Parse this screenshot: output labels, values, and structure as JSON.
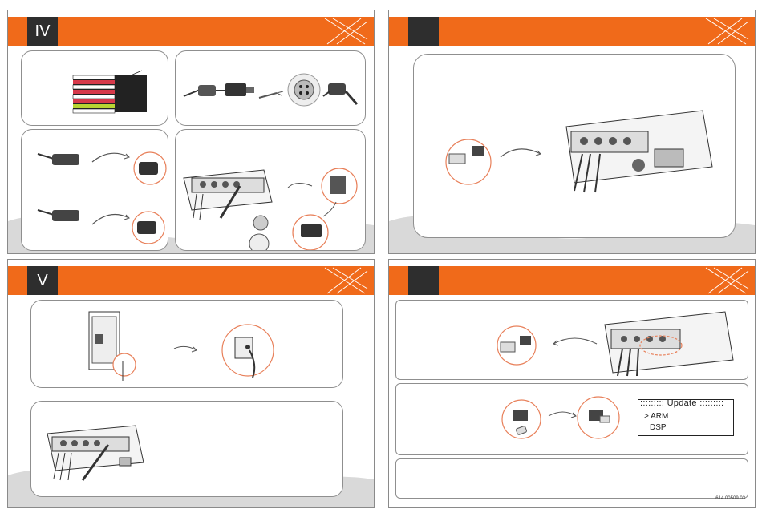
{
  "panels": [
    {
      "roman": "IV"
    },
    {
      "roman": ""
    },
    {
      "roman": "V"
    },
    {
      "roman": ""
    }
  ],
  "lcd": {
    "title": "Update",
    "items": [
      "ARM",
      "DSP"
    ],
    "selected_marker": ">"
  },
  "doc_code": "614.00509.03",
  "colors": {
    "accent": "#f06a1a",
    "dark_tab": "#2e2e2e",
    "wave": "#d9d9d9",
    "callout_ring": "#e8805a"
  }
}
